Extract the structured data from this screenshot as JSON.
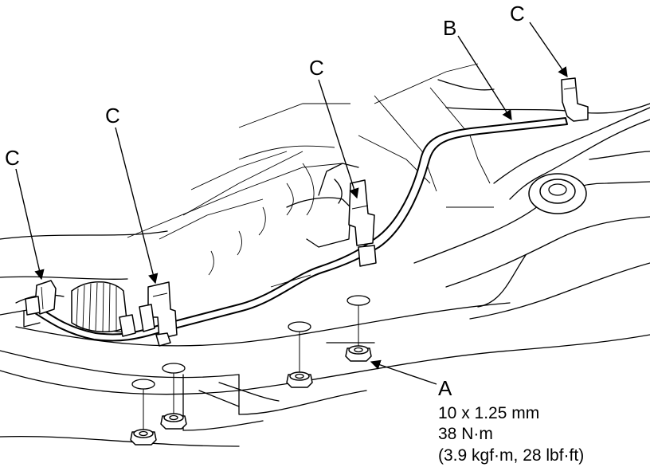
{
  "callouts": {
    "a": "A",
    "b": "B",
    "c": "C"
  },
  "fastener": {
    "size": "10 x 1.25 mm",
    "torque_nm": "38 N·m",
    "torque_alt": "(3.9 kgf·m, 28 lbf·ft)"
  }
}
